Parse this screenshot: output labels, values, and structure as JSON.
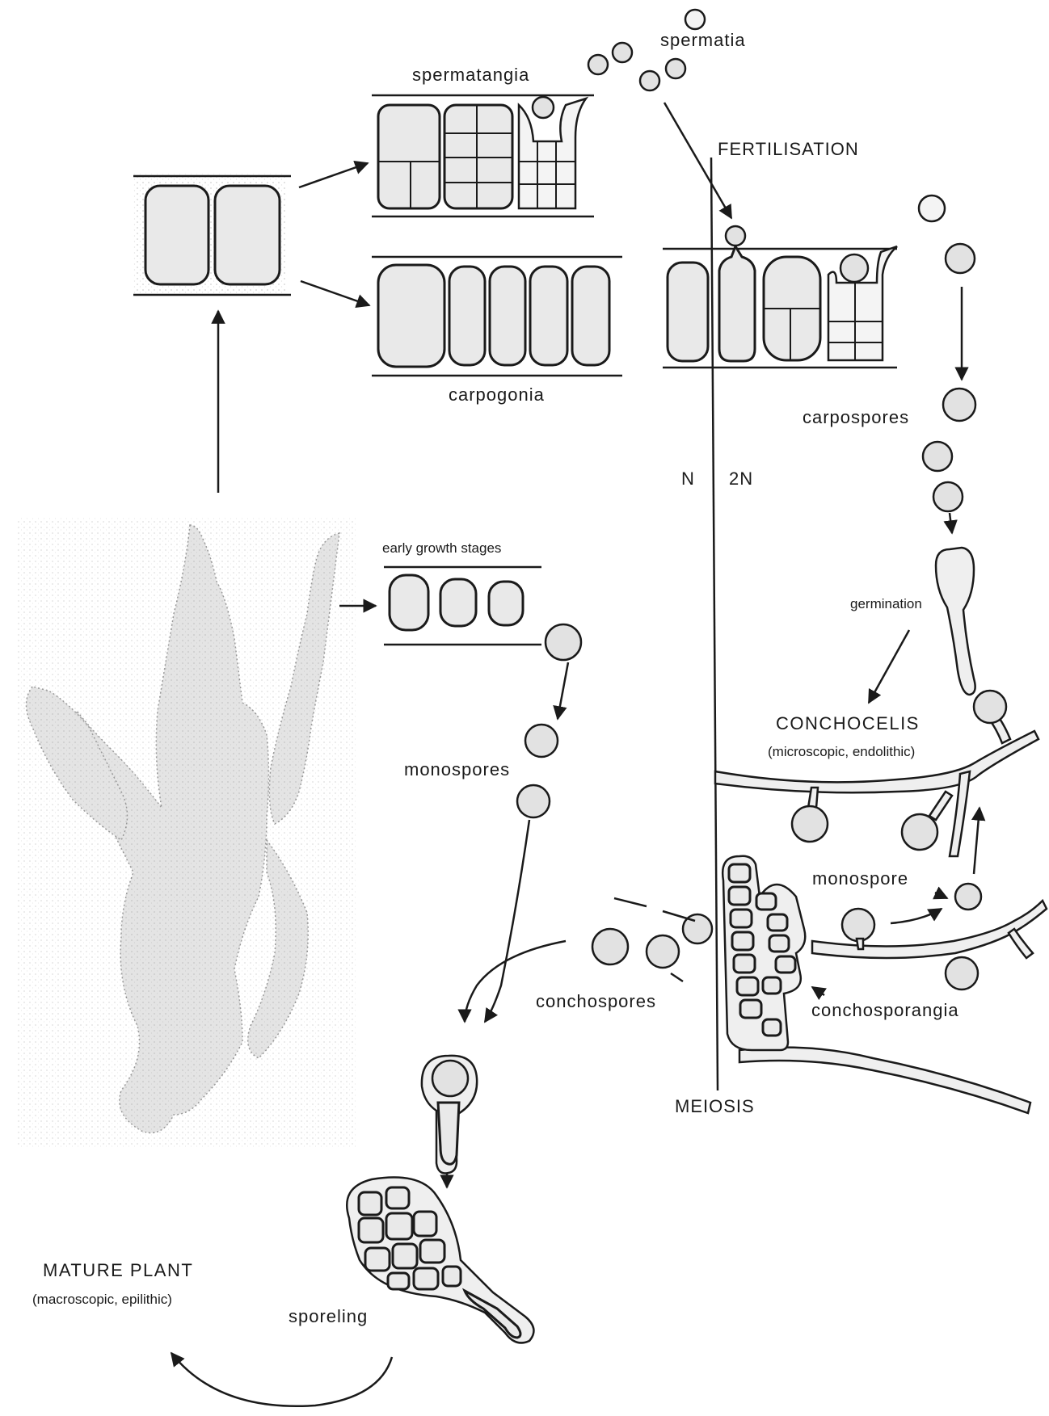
{
  "labels": {
    "spermatia": "spermatia",
    "spermatangia": "spermatangia",
    "fertilisation": "FERTILISATION",
    "carpogonia": "carpogonia",
    "carpospores": "carpospores",
    "haploid": "N",
    "diploid": "2N",
    "early_growth": "early growth stages",
    "germination": "germination",
    "conchocelis": "CONCHOCELIS",
    "conchocelis_sub": "(microscopic, endolithic)",
    "monospores": "monospores",
    "monospore": "monospore",
    "conchospores": "conchospores",
    "conchosporangia": "conchosporangia",
    "meiosis": "MEIOSIS",
    "mature_plant": "MATURE PLANT",
    "mature_plant_sub": "(macroscopic, epilithic)",
    "sporeling": "sporeling"
  }
}
